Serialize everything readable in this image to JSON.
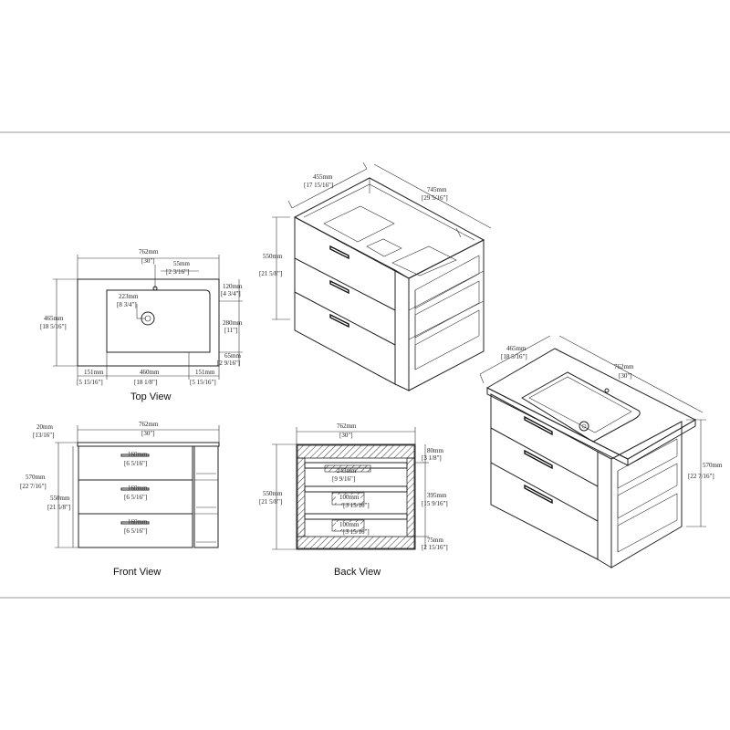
{
  "views": {
    "top": "Top View",
    "front": "Front View",
    "back": "Back View"
  },
  "dims": {
    "iso_open": {
      "depth_mm": "455mm",
      "depth_in": "[17 15/16\"]",
      "width_mm": "745mm",
      "width_in": "[29 5/16\"]",
      "height_mm": "550mm",
      "height_in": "[21 5/8\"]"
    },
    "top": {
      "width_mm": "762mm",
      "width_in": "[30\"]",
      "faucet_mm": "55mm",
      "faucet_in": "[2 3/16\"]",
      "drain_mm": "223mm",
      "drain_in": "[8 3/4\"]",
      "depth_mm": "465mm",
      "depth_in": "[18 5/16\"]",
      "r1_mm": "120mm",
      "r1_in": "[4 3/4\"]",
      "r2_mm": "280mm",
      "r2_in": "[11\"]",
      "r3_mm": "65mm",
      "r3_in": "[2 9/16\"]",
      "b1_mm": "151mm",
      "b1_in": "[5 15/16\"]",
      "b2_mm": "460mm",
      "b2_in": "[18 1/8\"]",
      "b3_mm": "151mm",
      "b3_in": "[5 15/16\"]"
    },
    "iso_closed": {
      "depth_mm": "465mm",
      "depth_in": "[18 5/16\"]",
      "width_mm": "762mm",
      "width_in": "[30\"]",
      "height_mm": "570mm",
      "height_in": "[22 7/16\"]"
    },
    "front": {
      "top_mm": "20mm",
      "top_in": "[13/16\"]",
      "width_mm": "762mm",
      "width_in": "[30\"]",
      "total_mm": "570mm",
      "total_in": "[22 7/16\"]",
      "cab_mm": "550mm",
      "cab_in": "[21 5/8\"]",
      "handle_mm": "160mm",
      "handle_in": "[6 5/16\"]"
    },
    "back": {
      "width_mm": "762mm",
      "width_in": "[30\"]",
      "height_mm": "550mm",
      "height_in": "[21 5/8\"]",
      "t_mm": "80mm",
      "t_in": "[3 1/8\"]",
      "m_mm": "395mm",
      "m_in": "[15 9/16\"]",
      "b_mm": "75mm",
      "b_in": "[2 15/16\"]",
      "w1_mm": "243mm",
      "w1_in": "[9 9/16\"]",
      "w2_mm": "100mm",
      "w2_in": "[3 15/16\"]",
      "w3_mm": "100mm",
      "w3_in": "[3 15/16\"]"
    }
  }
}
